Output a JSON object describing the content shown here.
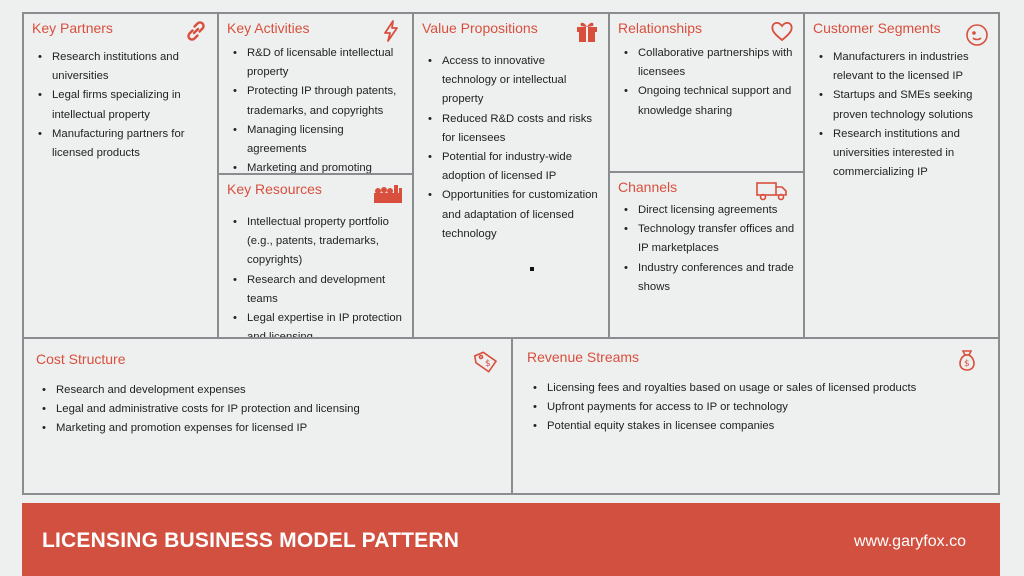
{
  "canvas": {
    "key_partners": {
      "title": "Key Partners",
      "icon": "link-icon",
      "items": [
        "Research institutions and universities",
        "Legal firms specializing in intellectual property",
        "Manufacturing partners for licensed products"
      ]
    },
    "key_activities": {
      "title": "Key Activities",
      "icon": "lightning-icon",
      "items": [
        "R&D of licensable intellectual property",
        "Protecting IP through patents, trademarks, and copyrights",
        "Managing licensing agreements",
        "Marketing and promoting licensed technology or IP"
      ]
    },
    "key_resources": {
      "title": "Key Resources",
      "icon": "factory-icon",
      "items": [
        "Intellectual property portfolio (e.g., patents, trademarks, copyrights)",
        "Research and development teams",
        "Legal expertise in IP protection and licensing"
      ]
    },
    "value_propositions": {
      "title": "Value Propositions",
      "icon": "gift-icon",
      "items": [
        "Access to innovative technology or intellectual property",
        "Reduced R&D costs and risks for licensees",
        "Potential for industry-wide adoption of licensed IP",
        "Opportunities for customization and adaptation of licensed technology"
      ]
    },
    "relationships": {
      "title": "Relationships",
      "icon": "heart-icon",
      "items": [
        "Collaborative partnerships with licensees",
        "Ongoing technical support and knowledge sharing"
      ]
    },
    "channels": {
      "title": "Channels",
      "icon": "truck-icon",
      "items": [
        "Direct licensing agreements",
        "Technology transfer offices and IP marketplaces",
        "Industry conferences and trade shows"
      ]
    },
    "customer_segments": {
      "title": "Customer Segments",
      "icon": "smiley-icon",
      "items": [
        "Manufacturers in industries relevant to the licensed IP",
        "Startups and SMEs seeking proven technology solutions",
        "Research institutions and universities interested in commercializing IP"
      ]
    },
    "cost_structure": {
      "title": "Cost Structure",
      "icon": "price-tag-icon",
      "items": [
        "Research and development expenses",
        "Legal and administrative costs for IP protection and licensing",
        "Marketing and promotion expenses for licensed IP"
      ]
    },
    "revenue_streams": {
      "title": "Revenue Streams",
      "icon": "money-bag-icon",
      "items": [
        "Licensing fees and royalties based on usage or sales of licensed products",
        "Upfront payments for access to IP or technology",
        "Potential equity stakes in licensee companies"
      ]
    }
  },
  "footer": {
    "title": "LICENSING BUSINESS MODEL PATTERN",
    "site": "www.garyfox.co"
  },
  "colors": {
    "accent": "#d2503f",
    "border": "#8a8d8f",
    "background": "#eef0f0"
  }
}
